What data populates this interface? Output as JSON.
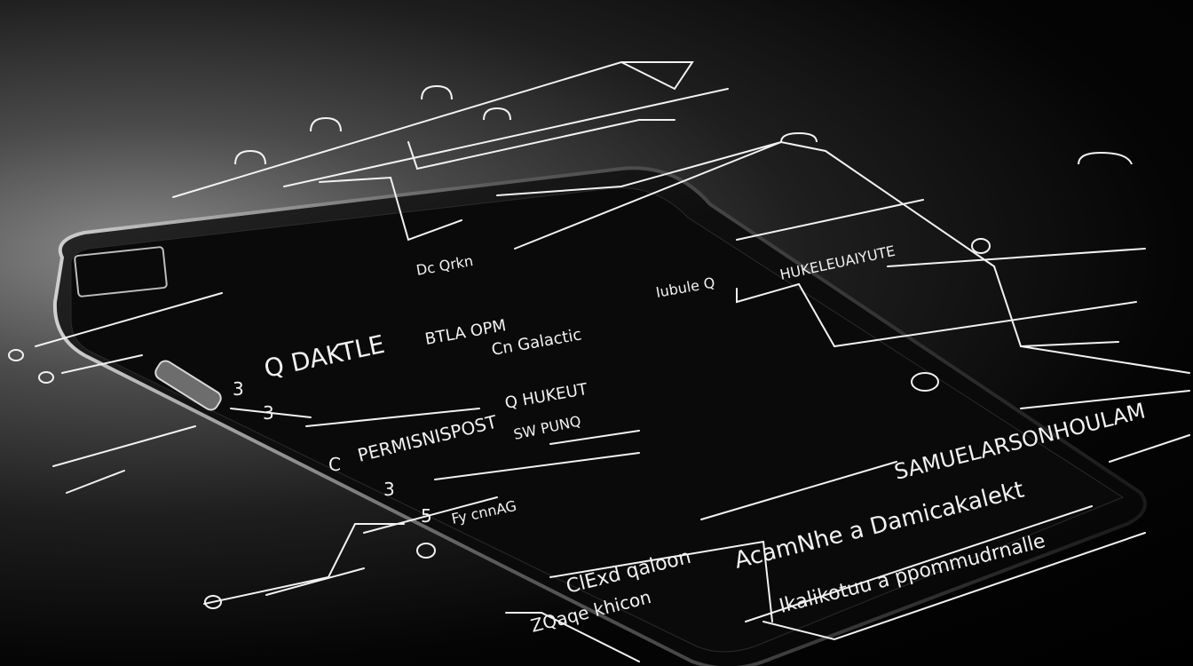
{
  "scene": {
    "subject": "smartphone-with-floating-wireframe",
    "colors": {
      "background_light": "#8a8a8a",
      "background_dark": "#000000",
      "phone_body": "#101010",
      "line": "#f2f2f2"
    }
  },
  "labels": {
    "lbl_1": "Q DAKTLE",
    "lbl_2": "BTLA OPM",
    "lbl_3": "Cn Galactic",
    "lbl_4": "PERMISNISPOST",
    "lbl_5": "Q HUKEUT",
    "lbl_6": "SW PUNQ",
    "lbl_7": "Fy cnnAG",
    "lbl_8": "Dc Qrkn",
    "lbl_9": "3",
    "lbl_10": "3",
    "lbl_11": "C",
    "lbl_12": "3",
    "lbl_13": "5",
    "lbl_14": "SAMUELARSONHOULAM",
    "lbl_15": "AcamNhe a Damicakalekt",
    "lbl_16": "Ikalikotuu a ppommudrnalle",
    "lbl_17": "ClExd qaloon",
    "lbl_18": "ZQaqe khicon",
    "lbl_19": "Iubule Q",
    "lbl_20": "HUKELEUAIYUTE"
  }
}
